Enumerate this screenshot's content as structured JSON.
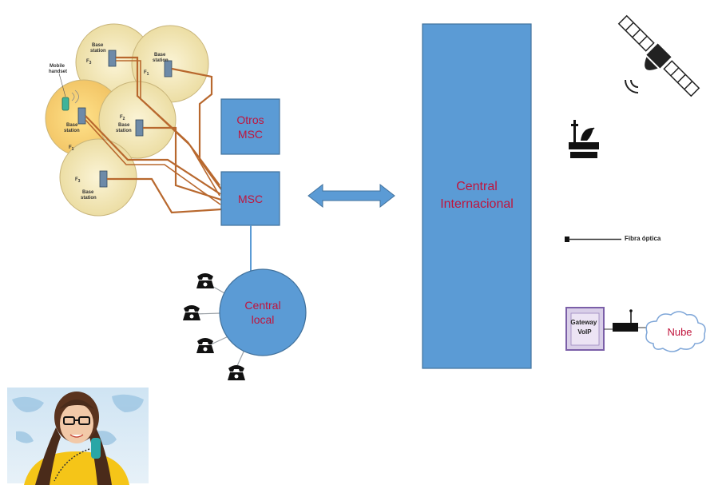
{
  "boxes": {
    "otros_msc": "Otros\nMSC",
    "msc": "MSC",
    "central_local": "Central\nlocal",
    "central_internacional": "Central\nInternacional"
  },
  "cells": {
    "base_station": "Base\nstation",
    "mobile_handset": "Mobile\nhandset",
    "freq_labels": [
      "F3",
      "F1",
      "F2",
      "F1",
      "F3"
    ]
  },
  "legend": {
    "fibra": "Fibra óptica",
    "gateway": "Gateway\nVoIP",
    "nube": "Nube"
  },
  "icons": [
    "satellite-icon",
    "antenna-icon",
    "fiber-icon",
    "gateway-icon",
    "router-icon",
    "cloud-icon",
    "telephone-icon",
    "woman-on-phone-image"
  ],
  "colors": {
    "box_fill": "#5b9bd5",
    "box_stroke": "#41719c",
    "box_text": "#c0143c",
    "cell_fill": "#efe3b0",
    "cell_stroke": "#c9b57a",
    "wire": "#b8682e"
  }
}
